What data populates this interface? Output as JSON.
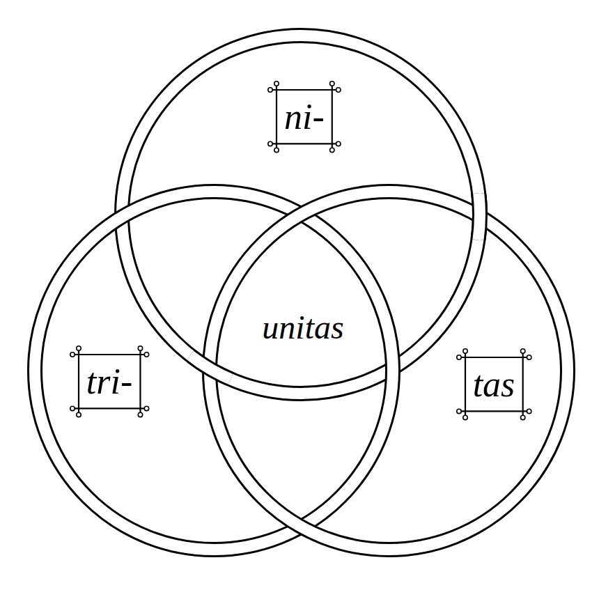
{
  "diagram": {
    "nodes": [
      {
        "text": [
          "ni-"
        ]
      },
      {
        "text": [
          "tri-"
        ]
      },
      {
        "text": [
          "tas"
        ]
      }
    ],
    "labels": [
      "unitas"
    ]
  }
}
